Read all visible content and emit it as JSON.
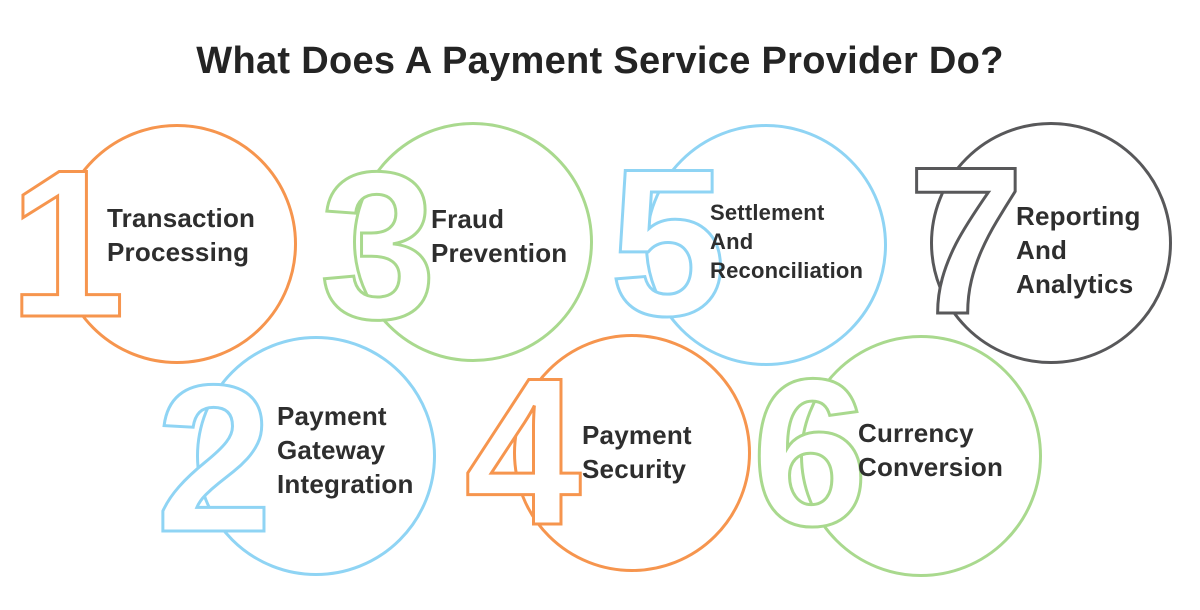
{
  "title": "What Does A Payment Service Provider Do?",
  "palette": {
    "orange": "#F6954E",
    "blue": "#8FD4F4",
    "green": "#A9D98E",
    "gray": "#58585A",
    "label_text": "#2E2E2E",
    "title_text": "#242424",
    "background": "#FFFFFF"
  },
  "items": [
    {
      "number": "1",
      "label": "Transaction\nProcessing",
      "color_name": "orange",
      "color": "#F6954E"
    },
    {
      "number": "2",
      "label": "Payment\nGateway\nIntegration",
      "color_name": "blue",
      "color": "#8FD4F4"
    },
    {
      "number": "3",
      "label": "Fraud\nPrevention",
      "color_name": "green",
      "color": "#A9D98E"
    },
    {
      "number": "4",
      "label": "Payment\nSecurity",
      "color_name": "orange",
      "color": "#F6954E"
    },
    {
      "number": "5",
      "label": "Settlement\nAnd\nReconciliation",
      "color_name": "blue",
      "color": "#8FD4F4"
    },
    {
      "number": "6",
      "label": "Currency\nConversion",
      "color_name": "green",
      "color": "#A9D98E"
    },
    {
      "number": "7",
      "label": "Reporting\nAnd\nAnalytics",
      "color_name": "gray",
      "color": "#58585A"
    }
  ]
}
